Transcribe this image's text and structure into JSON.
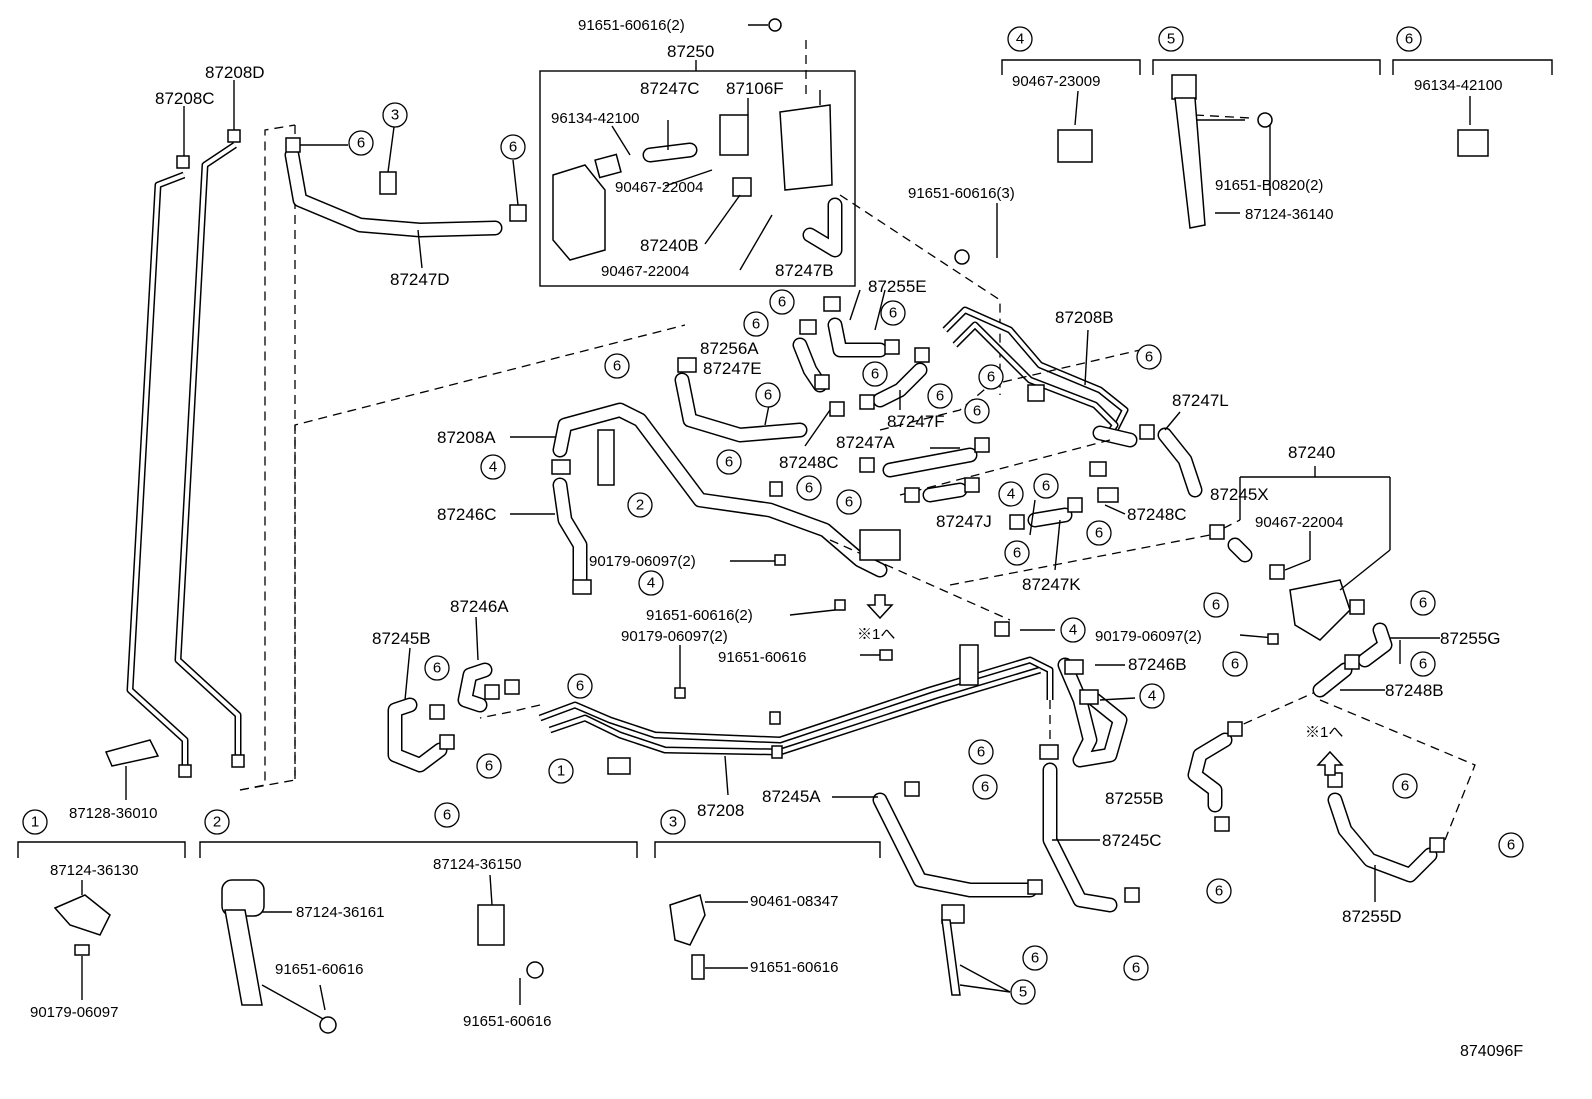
{
  "diagram": {
    "ref_code": "874096F",
    "callout_numbers": [
      "1",
      "2",
      "3",
      "4",
      "5",
      "6"
    ],
    "reference_mark": "※1へ",
    "labels": [
      "87208D",
      "87208C",
      "87128-36010",
      "87250",
      "91651-60616(2)",
      "87247C",
      "87106F",
      "96134-42100",
      "90467-22004",
      "87240B",
      "90467-22004",
      "87247B",
      "87247D",
      "91651-60616(3)",
      "87255E",
      "87208B",
      "87256A",
      "87247E",
      "87247F",
      "87247L",
      "87208A",
      "87247A",
      "87248C",
      "87240",
      "87246C",
      "87247J",
      "87248C",
      "87245X",
      "90467-22004",
      "87247K",
      "90179-06097(2)",
      "91651-60616(2)",
      "90179-06097(2)",
      "91651-60616",
      "90179-06097(2)",
      "87255G",
      "87246A",
      "87245B",
      "87246B",
      "87248B",
      "87208",
      "87245A",
      "87255B",
      "87245C",
      "87255D",
      "87124-36130",
      "90179-06097",
      "87124-36161",
      "91651-60616",
      "87124-36150",
      "91651-60616",
      "90461-08347",
      "91651-60616",
      "90467-23009",
      "91651-B0820(2)",
      "87124-36140",
      "96134-42100"
    ]
  }
}
